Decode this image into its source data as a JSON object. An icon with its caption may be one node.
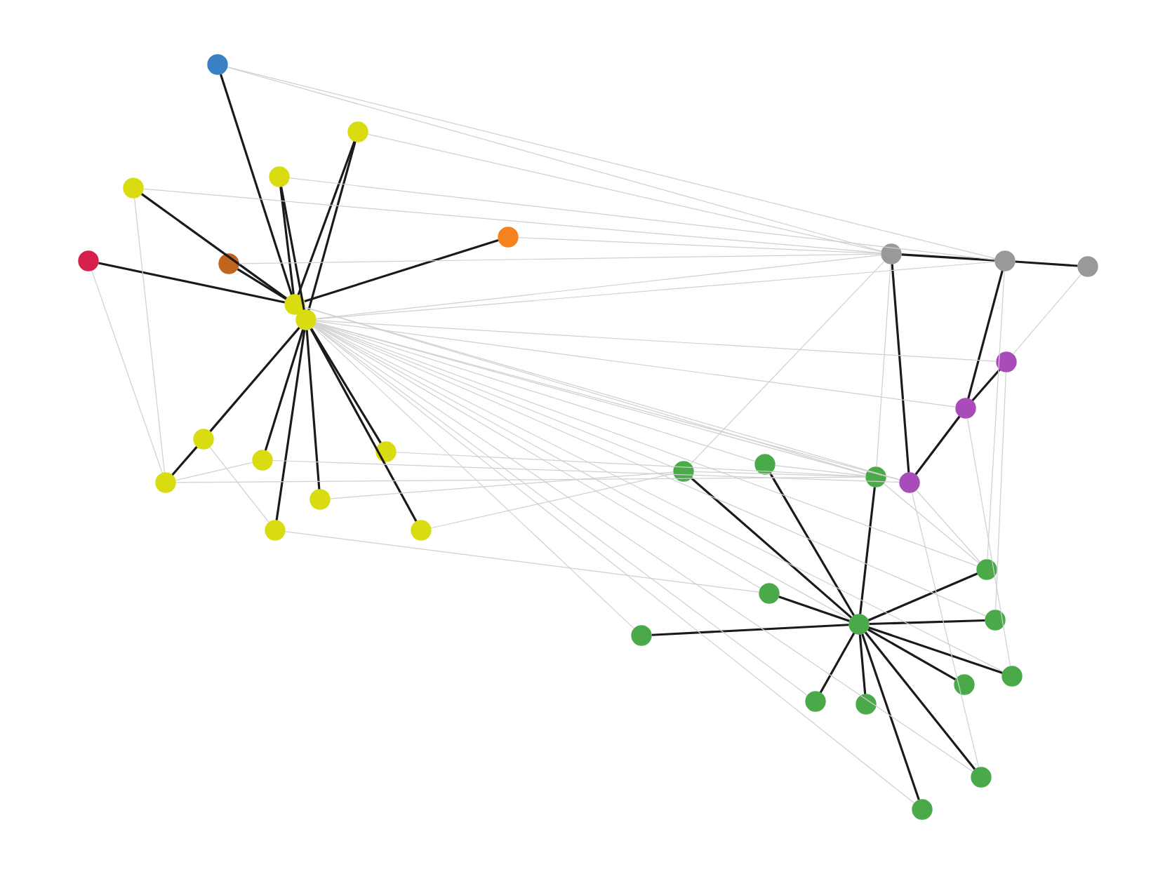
{
  "diagram": {
    "nodes": [
      {
        "text": [],
        "shape": "circle"
      },
      {
        "text": [],
        "shape": "circle"
      },
      {
        "text": [],
        "shape": "circle"
      },
      {
        "text": [],
        "shape": "circle"
      },
      {
        "text": [],
        "shape": "circle"
      },
      {
        "text": [],
        "shape": "circle"
      },
      {
        "text": [],
        "shape": "circle"
      },
      {
        "text": [],
        "shape": "circle"
      },
      {
        "text": [],
        "shape": "circle"
      },
      {
        "text": [],
        "shape": "circle"
      },
      {
        "text": [],
        "shape": "circle"
      },
      {
        "text": [],
        "shape": "circle"
      },
      {
        "text": [],
        "shape": "circle"
      },
      {
        "text": [],
        "shape": "circle"
      },
      {
        "text": [],
        "shape": "circle"
      },
      {
        "text": [],
        "shape": "circle"
      },
      {
        "text": [],
        "shape": "circle"
      },
      {
        "text": [],
        "shape": "circle"
      },
      {
        "text": [],
        "shape": "circle"
      },
      {
        "text": [],
        "shape": "circle"
      },
      {
        "text": [],
        "shape": "circle"
      },
      {
        "text": [],
        "shape": "circle"
      },
      {
        "text": [],
        "shape": "circle"
      },
      {
        "text": [],
        "shape": "circle"
      },
      {
        "text": [],
        "shape": "circle"
      },
      {
        "text": [],
        "shape": "circle"
      },
      {
        "text": [],
        "shape": "circle"
      },
      {
        "text": [],
        "shape": "circle"
      },
      {
        "text": [],
        "shape": "circle"
      },
      {
        "text": [],
        "shape": "circle"
      },
      {
        "text": [],
        "shape": "circle"
      },
      {
        "text": [],
        "shape": "circle"
      },
      {
        "text": [],
        "shape": "circle"
      },
      {
        "text": [],
        "shape": "circle"
      },
      {
        "text": [],
        "shape": "circle"
      },
      {
        "text": [],
        "shape": "circle"
      }
    ],
    "edges": [
      {
        "from": 0,
        "to": 7,
        "arrow": "none",
        "color": "#1a1a1a"
      },
      {
        "from": 1,
        "to": 7,
        "arrow": "none",
        "color": "#1a1a1a"
      },
      {
        "from": 1,
        "to": 8,
        "arrow": "none",
        "color": "#1a1a1a"
      },
      {
        "from": 2,
        "to": 7,
        "arrow": "none",
        "color": "#1a1a1a"
      },
      {
        "from": 2,
        "to": 8,
        "arrow": "none",
        "color": "#1a1a1a"
      },
      {
        "from": 3,
        "to": 7,
        "arrow": "none",
        "color": "#1a1a1a"
      },
      {
        "from": 4,
        "to": 7,
        "arrow": "none",
        "color": "#1a1a1a"
      },
      {
        "from": 5,
        "to": 7,
        "arrow": "none",
        "color": "#1a1a1a"
      },
      {
        "from": 6,
        "to": 7,
        "arrow": "none",
        "color": "#1a1a1a"
      },
      {
        "from": 9,
        "to": 8,
        "arrow": "none",
        "color": "#1a1a1a"
      },
      {
        "from": 10,
        "to": 9,
        "arrow": "none",
        "color": "#1a1a1a"
      },
      {
        "from": 11,
        "to": 8,
        "arrow": "none",
        "color": "#1a1a1a"
      },
      {
        "from": 12,
        "to": 8,
        "arrow": "none",
        "color": "#1a1a1a"
      },
      {
        "from": 13,
        "to": 8,
        "arrow": "none",
        "color": "#1a1a1a"
      },
      {
        "from": 14,
        "to": 8,
        "arrow": "none",
        "color": "#1a1a1a"
      },
      {
        "from": 15,
        "to": 8,
        "arrow": "none",
        "color": "#1a1a1a"
      },
      {
        "from": 16,
        "to": 17,
        "arrow": "none",
        "color": "#1a1a1a"
      },
      {
        "from": 17,
        "to": 18,
        "arrow": "none",
        "color": "#1a1a1a"
      },
      {
        "from": 16,
        "to": 21,
        "arrow": "none",
        "color": "#1a1a1a"
      },
      {
        "from": 17,
        "to": 20,
        "arrow": "none",
        "color": "#1a1a1a"
      },
      {
        "from": 19,
        "to": 20,
        "arrow": "none",
        "color": "#1a1a1a"
      },
      {
        "from": 20,
        "to": 21,
        "arrow": "none",
        "color": "#1a1a1a"
      },
      {
        "from": 22,
        "to": 26,
        "arrow": "none",
        "color": "#1a1a1a"
      },
      {
        "from": 23,
        "to": 26,
        "arrow": "none",
        "color": "#1a1a1a"
      },
      {
        "from": 24,
        "to": 26,
        "arrow": "none",
        "color": "#1a1a1a"
      },
      {
        "from": 25,
        "to": 26,
        "arrow": "none",
        "color": "#1a1a1a"
      },
      {
        "from": 27,
        "to": 26,
        "arrow": "none",
        "color": "#1a1a1a"
      },
      {
        "from": 28,
        "to": 26,
        "arrow": "none",
        "color": "#1a1a1a"
      },
      {
        "from": 29,
        "to": 26,
        "arrow": "none",
        "color": "#1a1a1a"
      },
      {
        "from": 30,
        "to": 26,
        "arrow": "none",
        "color": "#1a1a1a"
      },
      {
        "from": 31,
        "to": 26,
        "arrow": "none",
        "color": "#1a1a1a"
      },
      {
        "from": 32,
        "to": 26,
        "arrow": "none",
        "color": "#1a1a1a"
      },
      {
        "from": 33,
        "to": 26,
        "arrow": "none",
        "color": "#1a1a1a"
      },
      {
        "from": 34,
        "to": 26,
        "arrow": "none",
        "color": "#1a1a1a"
      },
      {
        "from": 35,
        "to": 26,
        "arrow": "none",
        "color": "#1a1a1a"
      },
      {
        "from": 8,
        "to": 16,
        "arrow": "none"
      },
      {
        "from": 8,
        "to": 17,
        "arrow": "none"
      },
      {
        "from": 8,
        "to": 19,
        "arrow": "none"
      },
      {
        "from": 8,
        "to": 20,
        "arrow": "none"
      },
      {
        "from": 8,
        "to": 21,
        "arrow": "none"
      },
      {
        "from": 8,
        "to": 22,
        "arrow": "none"
      },
      {
        "from": 8,
        "to": 23,
        "arrow": "none"
      },
      {
        "from": 8,
        "to": 24,
        "arrow": "none"
      },
      {
        "from": 8,
        "to": 25,
        "arrow": "none"
      },
      {
        "from": 8,
        "to": 26,
        "arrow": "none"
      },
      {
        "from": 8,
        "to": 27,
        "arrow": "none"
      },
      {
        "from": 8,
        "to": 28,
        "arrow": "none"
      },
      {
        "from": 8,
        "to": 29,
        "arrow": "none"
      },
      {
        "from": 8,
        "to": 30,
        "arrow": "none"
      },
      {
        "from": 8,
        "to": 32,
        "arrow": "none"
      },
      {
        "from": 8,
        "to": 34,
        "arrow": "none"
      },
      {
        "from": 8,
        "to": 35,
        "arrow": "none"
      },
      {
        "from": 0,
        "to": 16,
        "arrow": "none"
      },
      {
        "from": 0,
        "to": 17,
        "arrow": "none"
      },
      {
        "from": 1,
        "to": 16,
        "arrow": "none"
      },
      {
        "from": 2,
        "to": 17,
        "arrow": "none"
      },
      {
        "from": 3,
        "to": 16,
        "arrow": "none"
      },
      {
        "from": 5,
        "to": 16,
        "arrow": "none"
      },
      {
        "from": 6,
        "to": 16,
        "arrow": "none"
      },
      {
        "from": 7,
        "to": 21,
        "arrow": "none"
      },
      {
        "from": 7,
        "to": 24,
        "arrow": "none"
      },
      {
        "from": 10,
        "to": 24,
        "arrow": "none"
      },
      {
        "from": 11,
        "to": 21,
        "arrow": "none"
      },
      {
        "from": 12,
        "to": 24,
        "arrow": "none"
      },
      {
        "from": 13,
        "to": 22,
        "arrow": "none"
      },
      {
        "from": 14,
        "to": 25,
        "arrow": "none"
      },
      {
        "from": 15,
        "to": 22,
        "arrow": "none"
      },
      {
        "from": 16,
        "to": 22,
        "arrow": "none"
      },
      {
        "from": 16,
        "to": 24,
        "arrow": "none"
      },
      {
        "from": 17,
        "to": 28,
        "arrow": "none"
      },
      {
        "from": 18,
        "to": 19,
        "arrow": "none"
      },
      {
        "from": 19,
        "to": 29,
        "arrow": "none"
      },
      {
        "from": 20,
        "to": 30,
        "arrow": "none"
      },
      {
        "from": 21,
        "to": 28,
        "arrow": "none"
      },
      {
        "from": 21,
        "to": 34,
        "arrow": "none"
      },
      {
        "from": 22,
        "to": 24,
        "arrow": "none"
      },
      {
        "from": 23,
        "to": 24,
        "arrow": "none"
      },
      {
        "from": 24,
        "to": 28,
        "arrow": "none"
      },
      {
        "from": 9,
        "to": 14,
        "arrow": "none"
      },
      {
        "from": 10,
        "to": 11,
        "arrow": "none"
      },
      {
        "from": 3,
        "to": 10,
        "arrow": "none"
      },
      {
        "from": 4,
        "to": 10,
        "arrow": "none"
      }
    ]
  }
}
